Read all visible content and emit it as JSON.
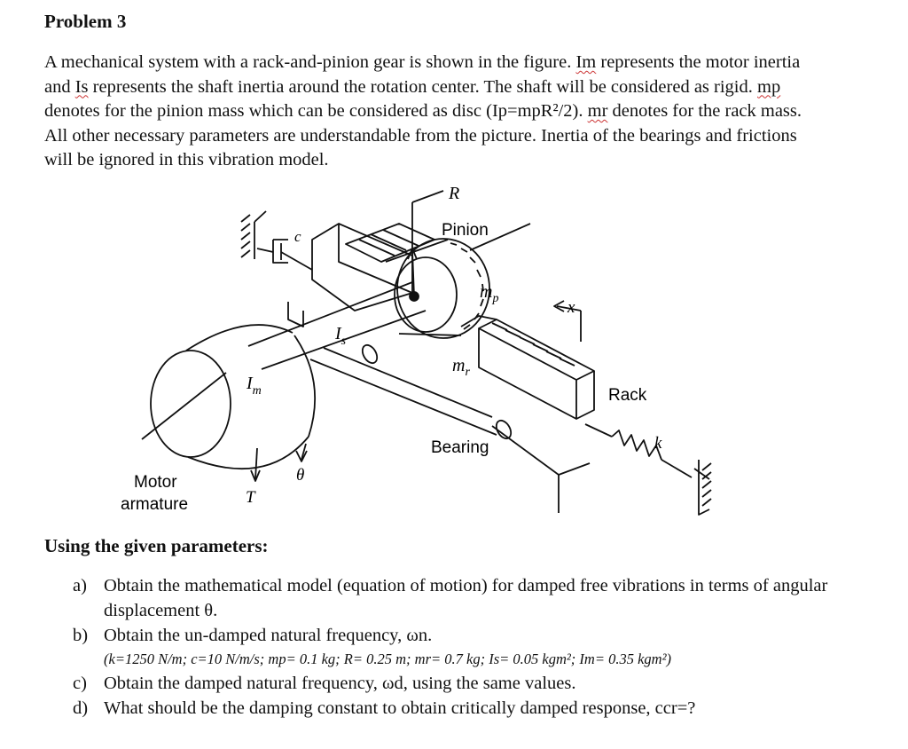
{
  "problem": {
    "title": "Problem 3",
    "intro": {
      "p1": "A mechanical system with a rack-and-pinion gear is shown in the figure. ",
      "Im": "Im",
      "p2": " represents the motor inertia and ",
      "Is": "Is",
      "p3": " represents the shaft inertia around the rotation center. The shaft will be considered as rigid. ",
      "mp": "mp",
      "p4": " denotes for the pinion mass which can be considered as disc (Ip=mpR²/2). ",
      "mr": "mr",
      "p5": " denotes for the rack mass. All other necessary parameters are understandable from the picture. Inertia of the bearings and frictions will be ignored in this vibration model."
    }
  },
  "figure": {
    "R": "R",
    "pinion": "Pinion",
    "mp": "m",
    "mp_sub": "p",
    "x": "x",
    "Is": "I",
    "Is_sub": "s",
    "mr": "m",
    "mr_sub": "r",
    "Im": "I",
    "Im_sub": "m",
    "c": "c",
    "rack": "Rack",
    "k": "k",
    "bearing": "Bearing",
    "theta": "θ",
    "T": "T",
    "motor": "Motor",
    "armature": "armature"
  },
  "section": {
    "using": "Using the given parameters:"
  },
  "questions": {
    "a": {
      "label": "a)",
      "text": "Obtain the mathematical model (equation of motion) for damped free vibrations in terms of angular displacement θ."
    },
    "b": {
      "label": "b)",
      "text": "Obtain the un-damped natural frequency, ωn.",
      "params": "(k=1250 N/m; c=10 N/m/s; mp= 0.1 kg; R= 0.25 m; mr= 0.7 kg; Is= 0.05 kgm²; Im= 0.35 kgm²)"
    },
    "c": {
      "label": "c)",
      "text": "Obtain the damped natural frequency, ωd, using the same values."
    },
    "d": {
      "label": "d)",
      "text": "What should be the damping constant to obtain critically damped response, ccr=?"
    }
  }
}
